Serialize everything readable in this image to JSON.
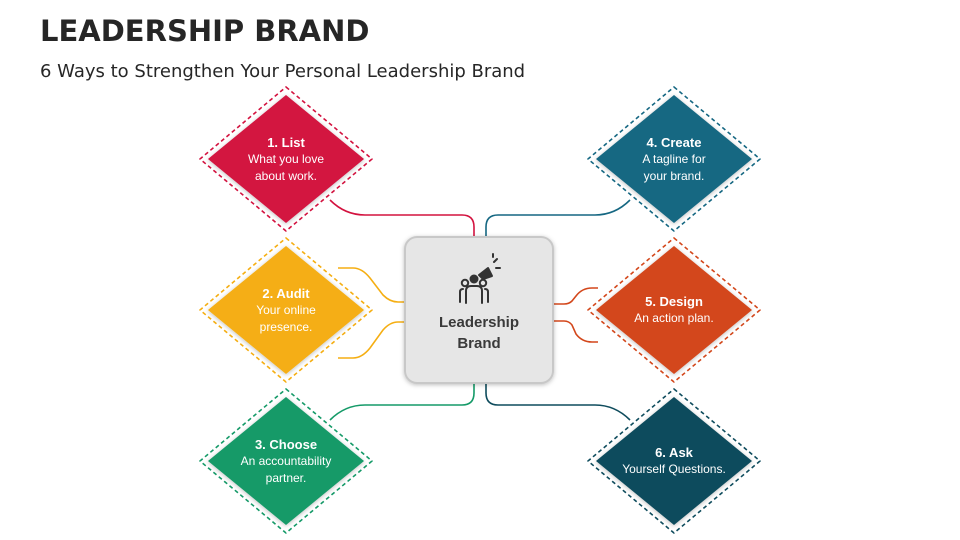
{
  "header": {
    "title": "LEADERSHIP BRAND",
    "subtitle": "6 Ways to Strengthen Your Personal Leadership Brand"
  },
  "center": {
    "label": "Leadership\nBrand",
    "icon": "leader-megaphone-icon"
  },
  "steps": [
    {
      "title": "1. List",
      "desc": "What you love\nabout work.",
      "color": "#D3123F"
    },
    {
      "title": "2. Audit",
      "desc": "Your online\npresence.",
      "color": "#F5AE12"
    },
    {
      "title": "3. Choose",
      "desc": "An accountability\npartner.",
      "color": "#159A68"
    },
    {
      "title": "4. Create",
      "desc": "A tagline for\nyour brand.",
      "color": "#156782"
    },
    {
      "title": "5. Design",
      "desc": "An action plan.",
      "color": "#D3471B"
    },
    {
      "title": "6. Ask",
      "desc": "Yourself Questions.",
      "color": "#0F4C5D"
    }
  ]
}
